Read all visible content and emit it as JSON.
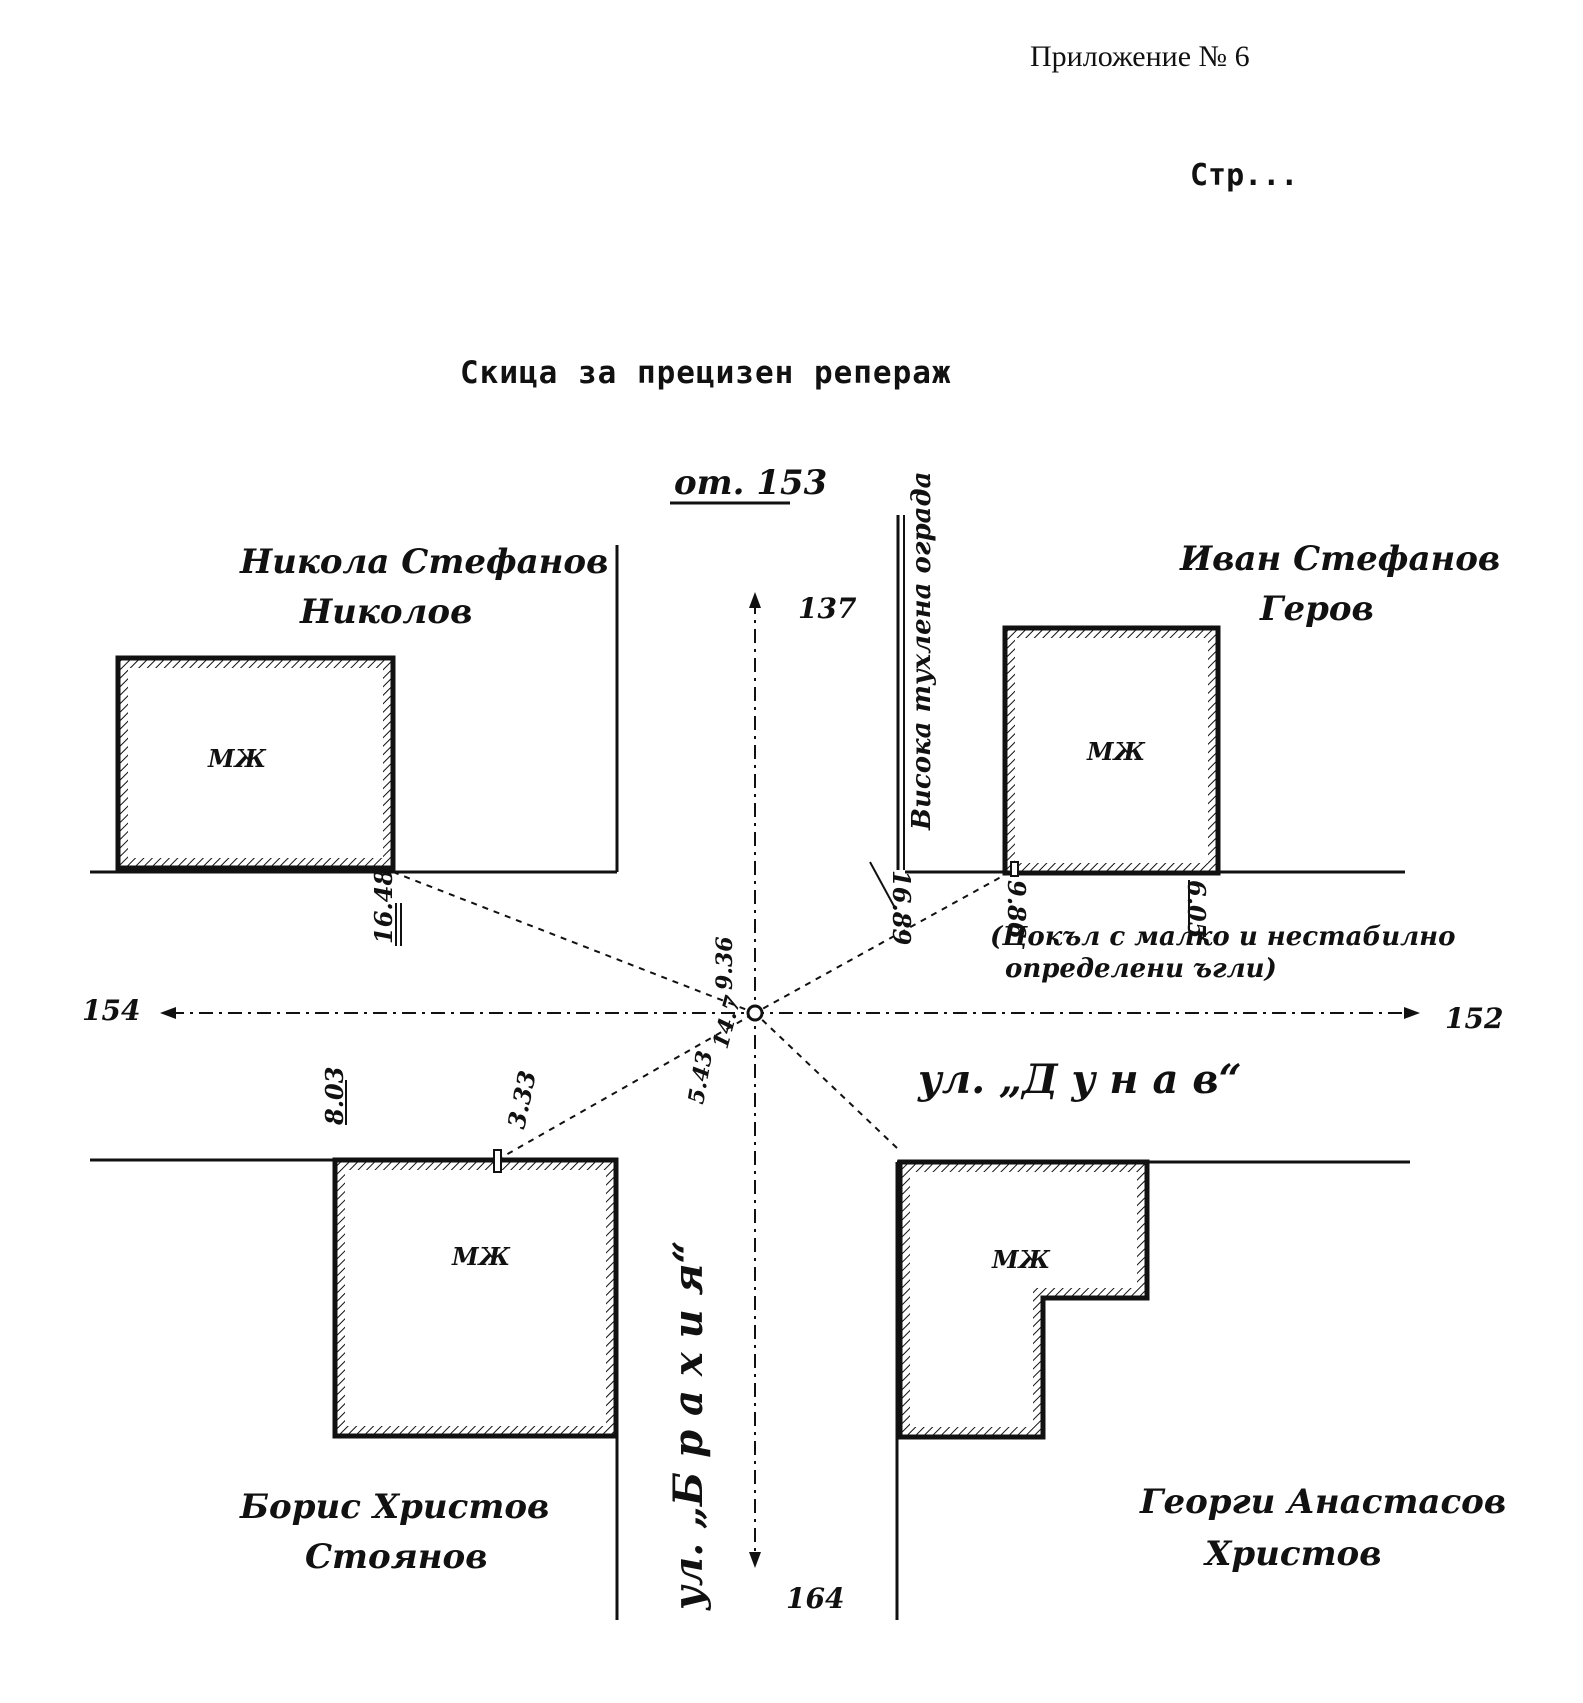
{
  "header": {
    "appendix": "Приложение № 6",
    "page": "Стр...",
    "title": "Скица за прецизен репераж"
  },
  "sketch": {
    "marker": "от. 153",
    "directions": {
      "north": "137",
      "south": "164",
      "west": "154",
      "east": "152"
    },
    "streets": {
      "horizontal": "ул. „Д у н а в“",
      "vertical": "ул. „Б р а х и я“"
    },
    "fence_label": "Висока тухлена ограда",
    "building_label": "МЖ",
    "owners": {
      "nw": [
        "Никола Стефанов",
        "Николов"
      ],
      "ne": [
        "Иван Стефанов",
        "Геров"
      ],
      "sw": [
        "Борис Христов",
        "Стоянов"
      ],
      "se": [
        "Георги Анастасов",
        "Христов"
      ]
    },
    "measurements": {
      "nw_tie": "16.48",
      "fence_corner": "16.89",
      "ne_tie": "9.86",
      "ne_wall": "6.05",
      "center_north": "9.36",
      "center_a": "14.7",
      "center_b": "5.43",
      "sw_corner": "8.03",
      "sw_tie": "3.33"
    },
    "note": [
      "(Цокъл с малко и нестабилно",
      "определени ъгли)"
    ]
  }
}
